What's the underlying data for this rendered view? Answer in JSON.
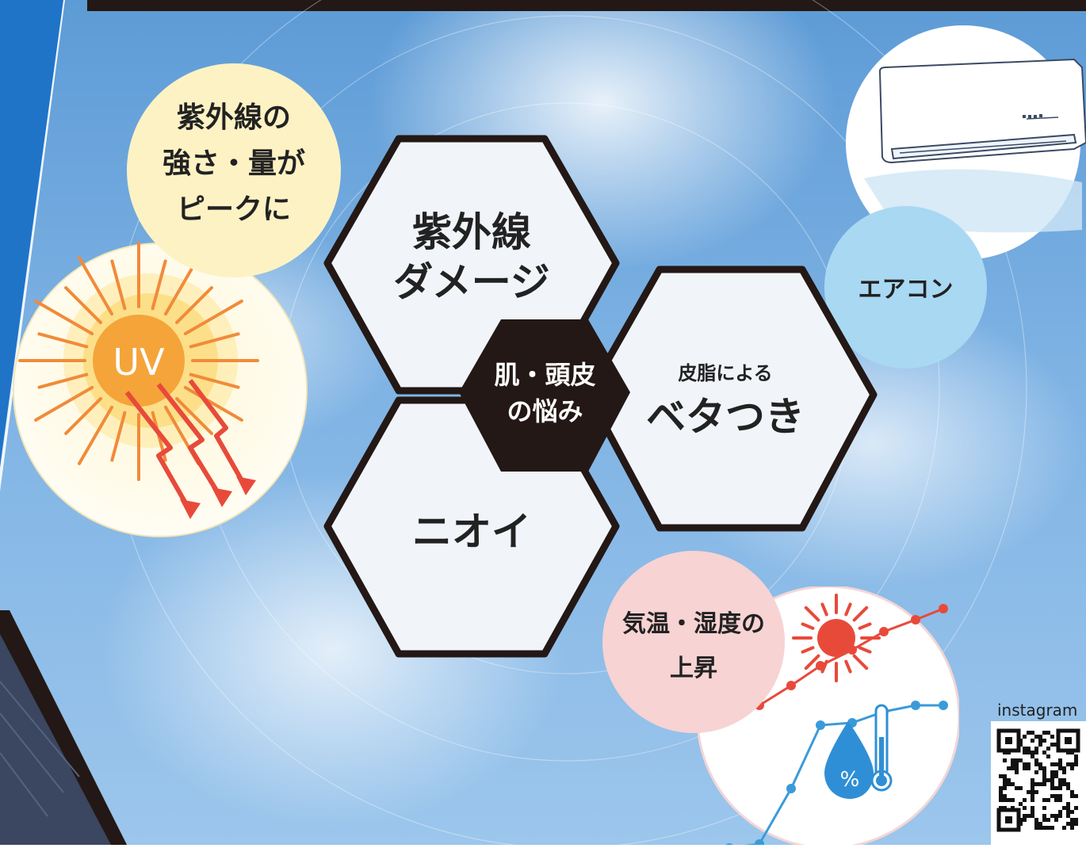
{
  "center_label": [
    "肌・頭皮",
    "の悩み"
  ],
  "hex_uv": [
    "紫外線",
    "ダメージ"
  ],
  "hex_oil_small": "皮脂による",
  "hex_oil_big": "ベタつき",
  "hex_odor": "ニオイ",
  "uv_peak": [
    "紫外線の",
    "強さ・量が",
    "ピークに"
  ],
  "uv_badge": "UV",
  "aircon": "エアコン",
  "temp_humidity": [
    "気温・湿度の",
    "上昇"
  ],
  "humidity_symbol": "%",
  "instagram_label": "instagram",
  "colors": {
    "hex_fill": "#f1f5fa",
    "hex_stroke": "#231815",
    "center_fill": "#231815",
    "uv_bubble": "#fdf2c4",
    "aircon_bubble": "#a9d8f3",
    "temp_bubble": "#f7d3d3"
  }
}
